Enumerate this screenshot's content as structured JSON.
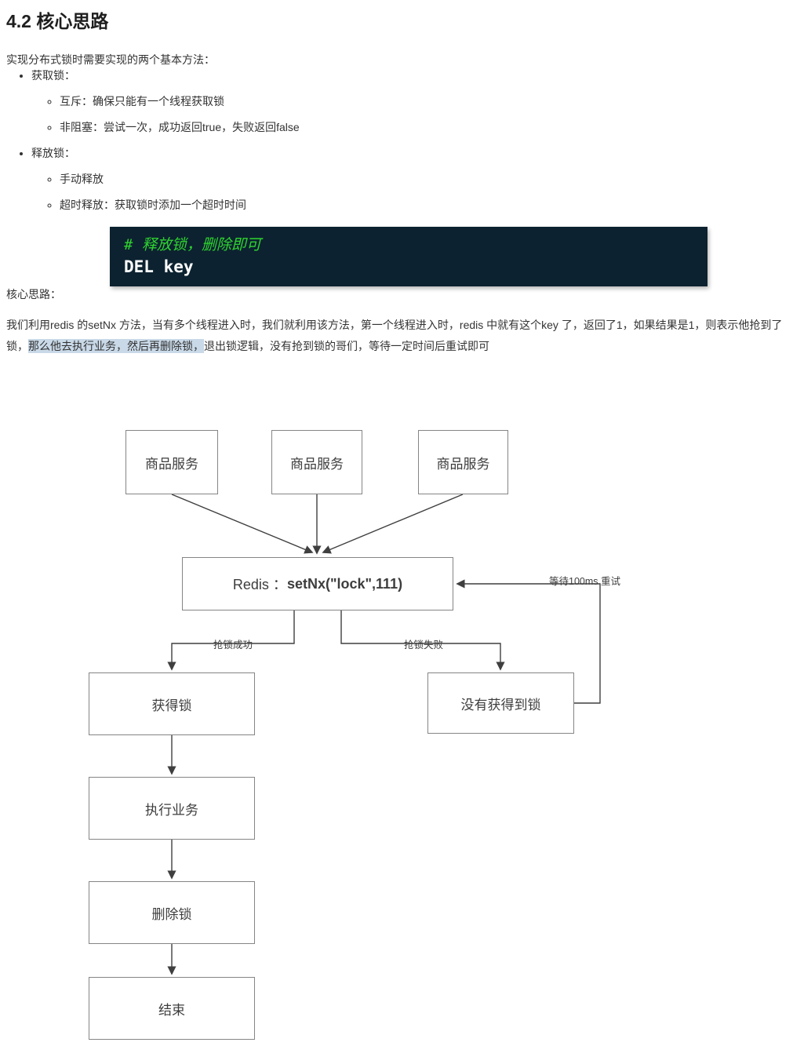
{
  "heading": "4.2 核心思路",
  "intro": "实现分布式锁时需要实现的两个基本方法：",
  "list": {
    "acquire": {
      "label": "获取锁：",
      "items": [
        "互斥：确保只能有一个线程获取锁",
        "非阻塞：尝试一次，成功返回true，失败返回false"
      ]
    },
    "release": {
      "label": "释放锁：",
      "items": [
        "手动释放",
        "超时释放：获取锁时添加一个超时时间"
      ]
    }
  },
  "code_block": {
    "comment": "# 释放锁，删除即可",
    "command": "DEL key",
    "background": "#0c2230",
    "comment_color": "#2fd32f",
    "command_color": "#ffffff"
  },
  "core_idea_label": "核心思路：",
  "paragraph": {
    "part1": "我们利用redis 的setNx 方法，当有多个线程进入时，我们就利用该方法，第一个线程进入时，redis 中就有这个key 了，返回了1，如果结果是1，则表示他抢到了锁，",
    "highlight": "那么他去执行业务，然后再删除锁，",
    "part2": "退出锁逻辑，没有抢到锁的哥们，等待一定时间后重试即可",
    "highlight_color": "#c9d9e8"
  },
  "diagram": {
    "service_boxes": [
      "商品服务",
      "商品服务",
      "商品服务"
    ],
    "redis_box": {
      "prefix": "Redis ：",
      "code": "setNx(\"lock\",111)"
    },
    "acquired_box": "获得锁",
    "not_acquired_box": "没有获得到锁",
    "exec_box": "执行业务",
    "delete_box": "删除锁",
    "end_box": "结束",
    "edge_labels": {
      "success": "抢锁成功",
      "fail": "抢锁失败",
      "retry": "等待100ms 重试"
    },
    "line_color": "#3f3f3f",
    "box_border_color": "#858585"
  }
}
